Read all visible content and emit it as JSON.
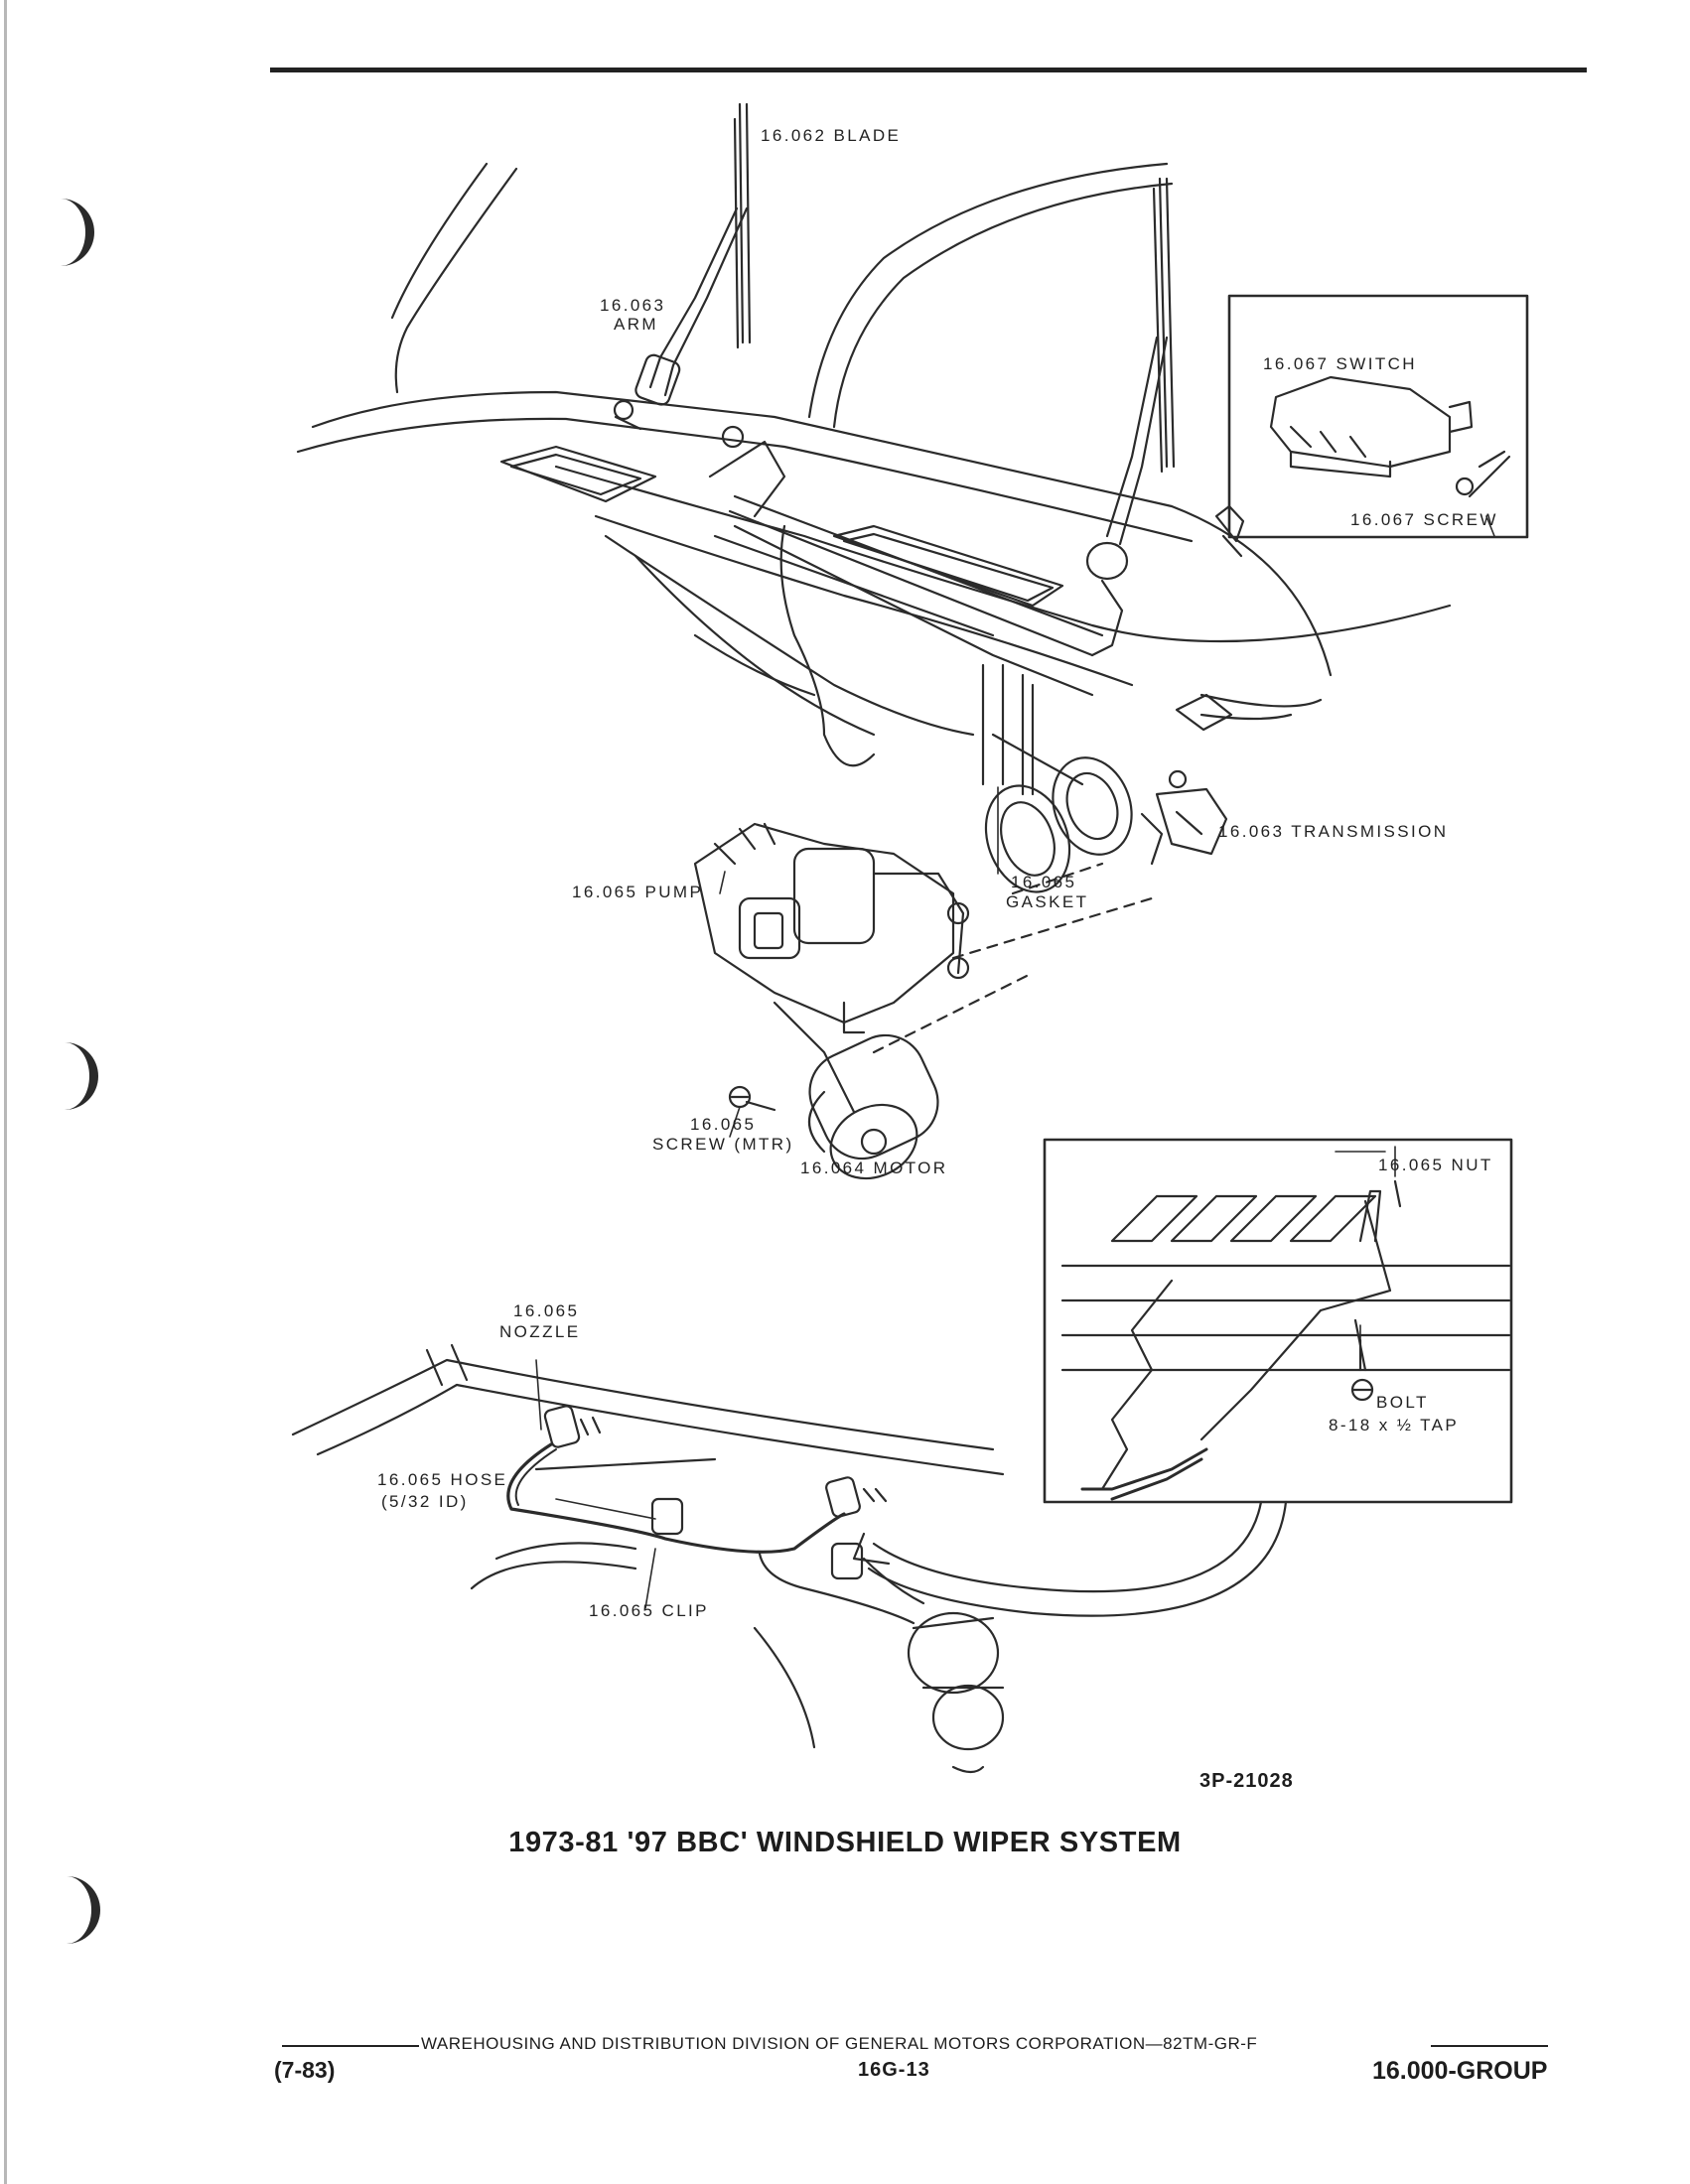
{
  "figure": {
    "callouts": {
      "blade": "16.062 BLADE",
      "arm_num": "16.063",
      "arm_name": "ARM",
      "switch": "16.067 SWITCH",
      "switch_screw": "16.067 SCREW",
      "transmission": "16.063 TRANSMISSION",
      "pump": "16.065 PUMP",
      "gasket_num": "16.065",
      "gasket_name": "GASKET",
      "screw_mtr_num": "16.065",
      "screw_mtr_name": "SCREW (MTR)",
      "motor": "16.064 MOTOR",
      "nut": "16.065 NUT",
      "bolt": "BOLT",
      "bolt_tap": "8-18 x ½ TAP",
      "nozzle_num": "16.065",
      "nozzle_name": "NOZZLE",
      "hose": "16.065 HOSE",
      "hose_id": "(5/32 ID)",
      "clip": "16.065 CLIP"
    },
    "figure_id": "3P-21028"
  },
  "caption": "1973-81 '97 BBC' WINDSHIELD WIPER SYSTEM",
  "footer": {
    "division": "WAREHOUSING AND DISTRIBUTION DIVISION OF GENERAL MOTORS CORPORATION—82TM-GR-F",
    "date": "(7-83)",
    "page": "16G-13",
    "group": "16.000-GROUP"
  }
}
